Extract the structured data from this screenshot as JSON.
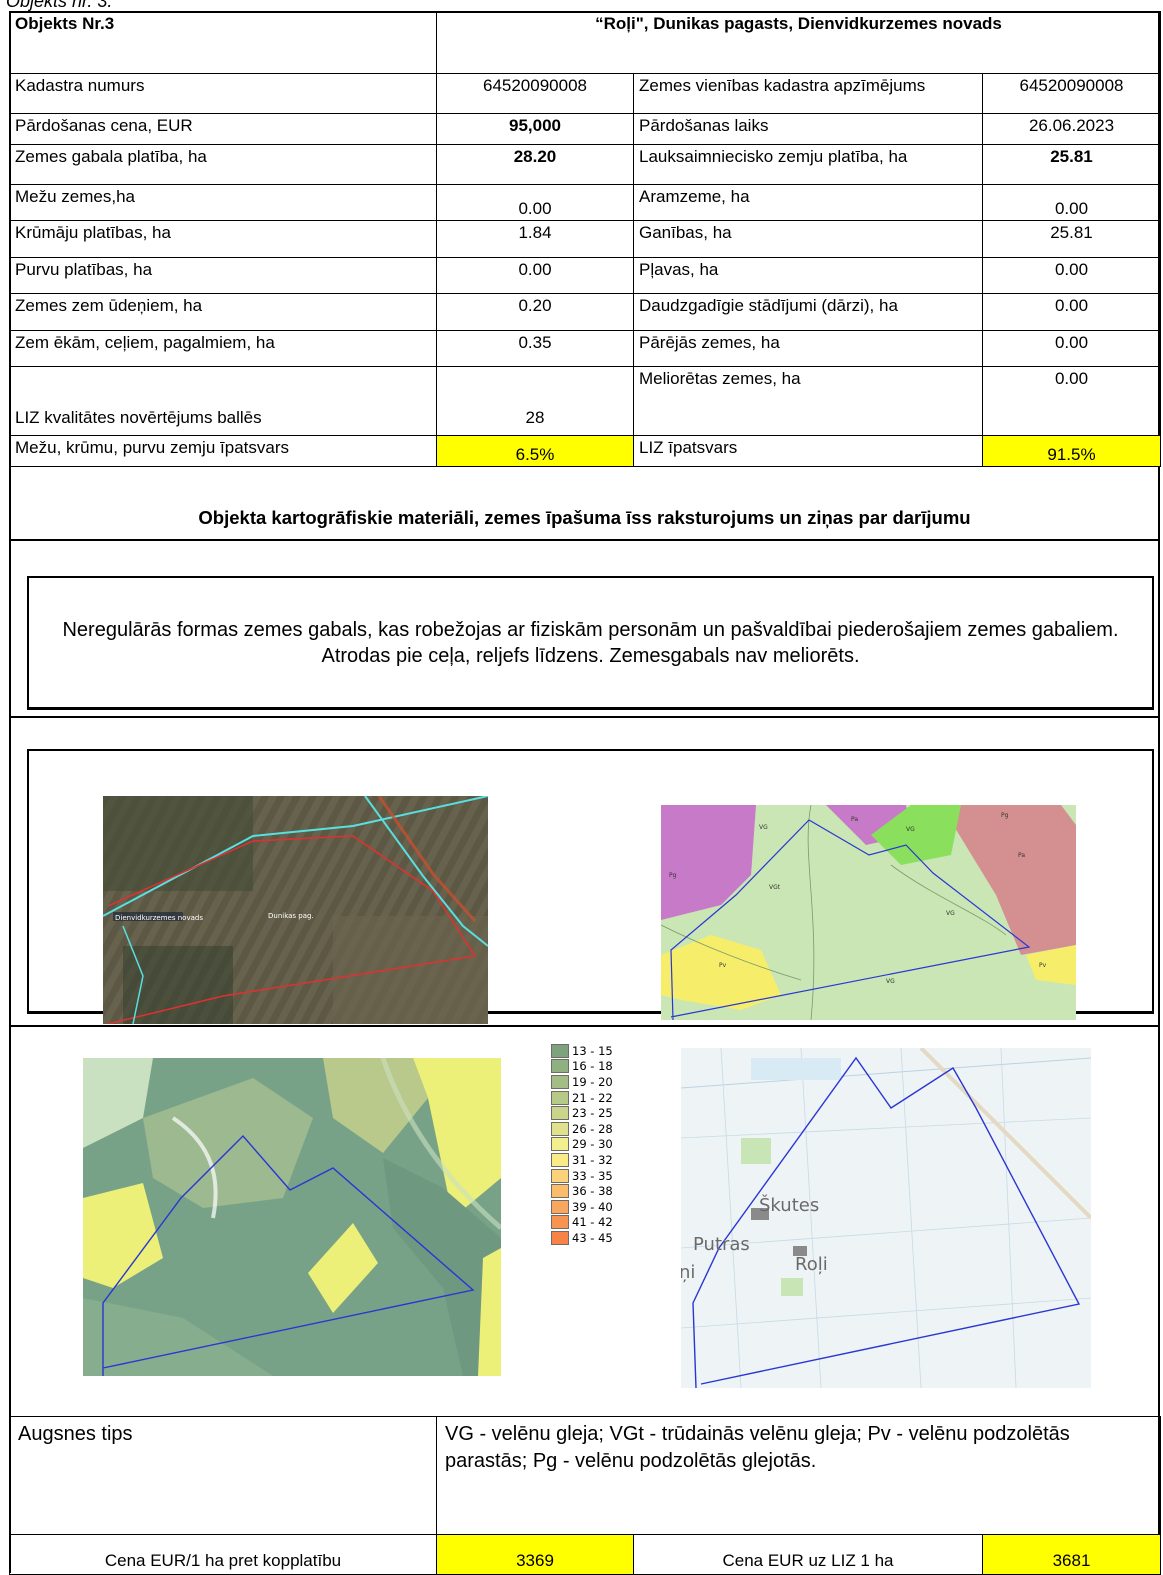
{
  "doc_label": "Objekts nr. 3.",
  "header": {
    "object_no": "Objekts Nr.3",
    "address": "“Roļi\", Dunikas pagasts, Dienvidkurzemes novads"
  },
  "rows": [
    {
      "l_label": "Kadastra numurs",
      "l_value": "64520090008",
      "r_label": "Zemes vienības kadastra apzīmējums",
      "r_value": "64520090008"
    },
    {
      "l_label": "Pārdošanas cena, EUR",
      "l_value": "95,000",
      "r_label": "Pārdošanas laiks",
      "r_value": "26.06.2023"
    },
    {
      "l_label": "Zemes gabala platība, ha",
      "l_value": "28.20",
      "r_label": "Lauksaimniecisko zemju platība, ha",
      "r_value": "25.81"
    },
    {
      "l_label": "Mežu zemes,ha",
      "l_value": "0.00",
      "r_label": "Aramzeme, ha",
      "r_value": "0.00"
    },
    {
      "l_label": "Krūmāju platības, ha",
      "l_value": "1.84",
      "r_label": "Ganības, ha",
      "r_value": "25.81"
    },
    {
      "l_label": "Purvu platības, ha",
      "l_value": "0.00",
      "r_label": "Pļavas, ha",
      "r_value": "0.00"
    },
    {
      "l_label": "Zemes zem ūdeņiem, ha",
      "l_value": "0.20",
      "r_label": "Daudzgadīgie stādījumi (dārzi), ha",
      "r_value": "0.00"
    },
    {
      "l_label": "Zem ēkām, ceļiem, pagalmiem, ha",
      "l_value": "0.35",
      "r_label": "Pārējās zemes, ha",
      "r_value": "0.00"
    },
    {
      "l_label": "LIZ kvalitātes novērtējums ballēs",
      "l_value": "28",
      "r_label": "Meliorētas zemes, ha",
      "r_value": "0.00"
    },
    {
      "l_label": "Mežu, krūmu, purvu zemju īpatsvars",
      "l_value": "6.5%",
      "r_label": "LIZ īpatsvars",
      "r_value": "91.5%"
    }
  ],
  "section_title": "Objekta kartogrāfiskie materiāli, zemes īpašuma īss raksturojums un ziņas par darījumu",
  "description": "Neregulārās formas zemes gabals, kas robežojas ar fiziskām personām un pašvaldībai piederošajiem zemes gabaliem. Atrodas pie ceļa, reljefs līdzens. Zemesgabals nav meliorēts.",
  "maps": {
    "aerial": {
      "label_a": "Dienvidkurzemes novads",
      "label_b": "Dunikas pag."
    },
    "soil": {
      "labels": [
        "VG",
        "VGt",
        "Pv",
        "Pv",
        "Pa",
        "Pa",
        "Pg",
        "VG",
        "VG",
        "VG",
        "Pg"
      ]
    },
    "topo": {
      "labels": [
        "Škutes",
        "Putras",
        "Roļi",
        "ņi"
      ]
    }
  },
  "legend": {
    "items": [
      {
        "range": "13 - 15",
        "color": "#7ea27c"
      },
      {
        "range": "16 - 18",
        "color": "#8fb080"
      },
      {
        "range": "19 - 20",
        "color": "#a3bd84"
      },
      {
        "range": "21 - 22",
        "color": "#b7c987"
      },
      {
        "range": "23 - 25",
        "color": "#cbd58a"
      },
      {
        "range": "26 - 28",
        "color": "#dfe18c"
      },
      {
        "range": "29 - 30",
        "color": "#f2ef8e"
      },
      {
        "range": "31 - 32",
        "color": "#fbea88"
      },
      {
        "range": "33 - 35",
        "color": "#fbd27a"
      },
      {
        "range": "36 - 38",
        "color": "#fbbc6c"
      },
      {
        "range": "39 - 40",
        "color": "#f9a65e"
      },
      {
        "range": "41 - 42",
        "color": "#f89452"
      },
      {
        "range": "43 - 45",
        "color": "#f78446"
      }
    ]
  },
  "soil_type": {
    "label": "Augsnes tips",
    "value": "VG - velēnu gleja; VGt - trūdainās velēnu gleja; Pv - velēnu podzolētās parastās; Pg - velēnu podzolētās glejotās."
  },
  "prices": {
    "per_ha_label": "Cena EUR/1 ha pret kopplatību",
    "per_ha_value": "3369",
    "per_liz_label": "Cena EUR uz LIZ 1 ha",
    "per_liz_value": "3681"
  },
  "colors": {
    "highlight": "#ffff00",
    "boundary": "#1a2fd0"
  }
}
